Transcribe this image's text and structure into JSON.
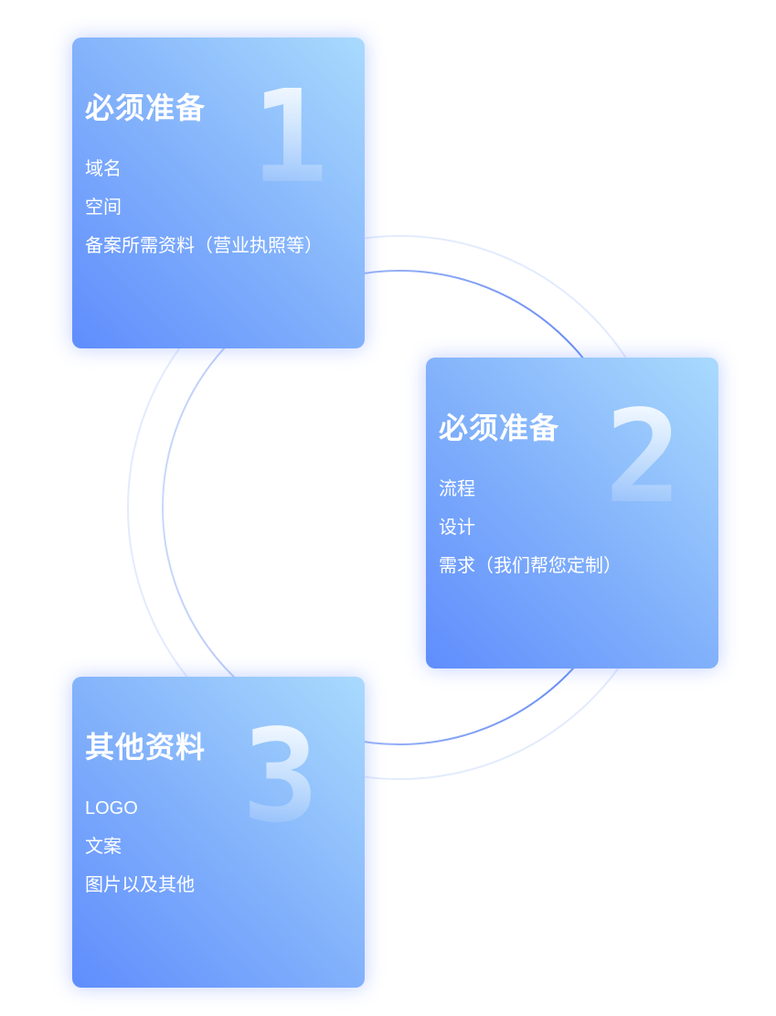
{
  "cards": [
    {
      "number": "1",
      "title": "必须准备",
      "items": [
        "域名",
        "空间",
        "备案所需资料（营业执照等）"
      ]
    },
    {
      "number": "2",
      "title": "必须准备",
      "items": [
        "流程",
        "设计",
        "需求（我们帮您定制）"
      ]
    },
    {
      "number": "3",
      "title": "其他资料",
      "items": [
        "LOGO",
        "文案",
        "图片以及其他"
      ]
    }
  ],
  "colors": {
    "card_start": "#5f8dfd",
    "card_end": "#a9dafd",
    "ring": "#6f95f5"
  }
}
